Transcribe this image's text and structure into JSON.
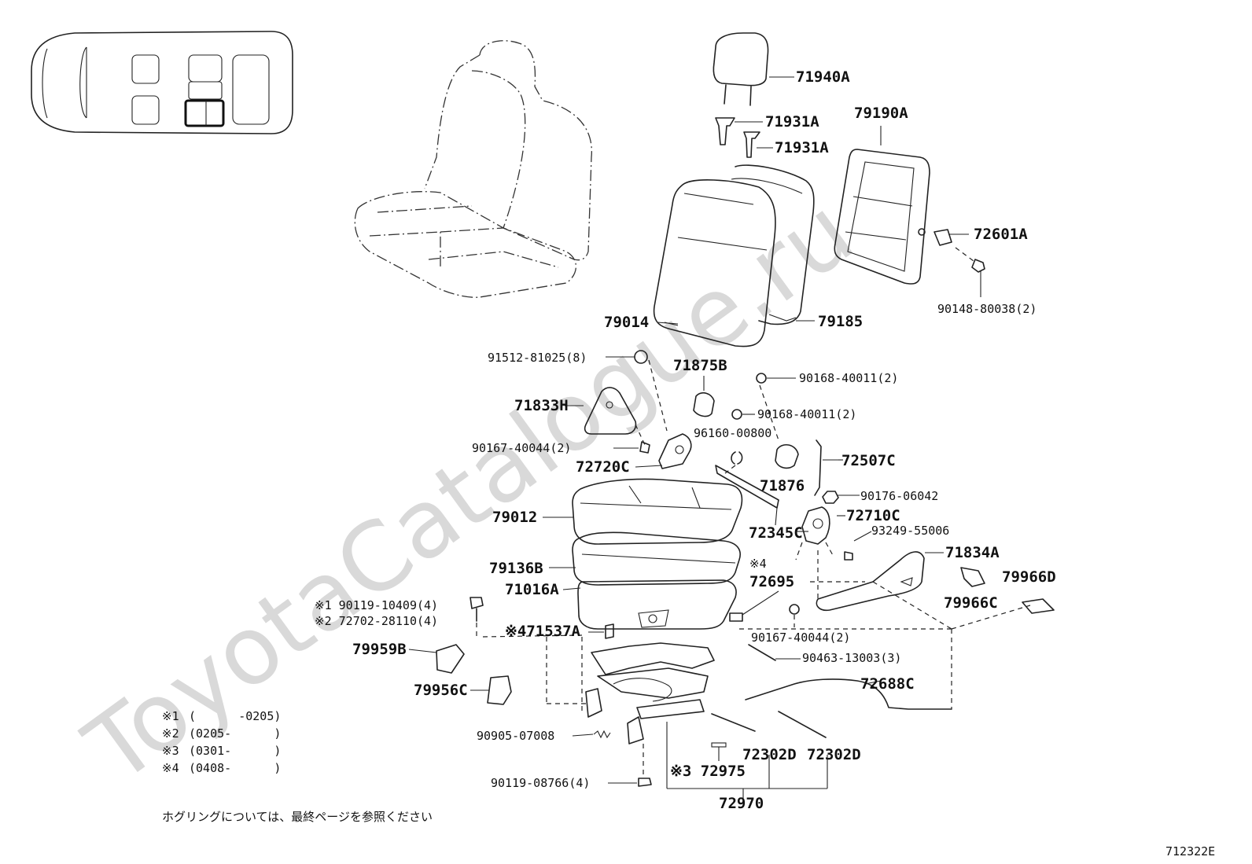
{
  "watermark": "ToyotaCatalogue.ru",
  "drawing_number": "712322E",
  "footnote_jp": "ホグリングについては、最終ページを参照ください",
  "legend": [
    {
      "mark": "※1",
      "range": "(      -0205)"
    },
    {
      "mark": "※2",
      "range": "(0205-      )"
    },
    {
      "mark": "※3",
      "range": "(0301-      )"
    },
    {
      "mark": "※4",
      "range": "(0408-      )"
    }
  ],
  "labels": {
    "p71940A": "71940A",
    "p71931A_1": "71931A",
    "p71931A_2": "71931A",
    "p79190A": "79190A",
    "p72601A": "72601A",
    "p90148": "90148-80038(2)",
    "p79014": "79014",
    "p79185": "79185",
    "p91512": "91512-81025(8)",
    "p71875B": "71875B",
    "p90168_1": "90168-40011(2)",
    "p90168_2": "90168-40011(2)",
    "p71833H": "71833H",
    "p96160": "96160-00800",
    "p90167_1": "90167-40044(2)",
    "p72720C": "72720C",
    "p72507C": "72507C",
    "p71876": "71876",
    "p90176": "90176-06042",
    "p79012": "79012",
    "p72710C": "72710C",
    "p72345C": "72345C",
    "p93249": "93249-55006",
    "p71834A": "71834A",
    "p79136B": "79136B",
    "p71016A": "71016A",
    "p72695_mark": "※4",
    "p72695": "72695",
    "p79966D": "79966D",
    "p79966C": "79966C",
    "p90119_1": "※1 90119-10409(4)",
    "p72702": "※2 72702-28110(4)",
    "p71537A": "※471537A",
    "p90167_2": "90167-40044(2)",
    "p90463": "90463-13003(3)",
    "p79959B": "79959B",
    "p72688C": "72688C",
    "p79956C": "79956C",
    "p90905": "90905-07008",
    "p72302D_1": "72302D",
    "p72302D_2": "72302D",
    "p72975": "※3 72975",
    "p90119_2": "90119-08766(4)",
    "p72970": "72970"
  }
}
